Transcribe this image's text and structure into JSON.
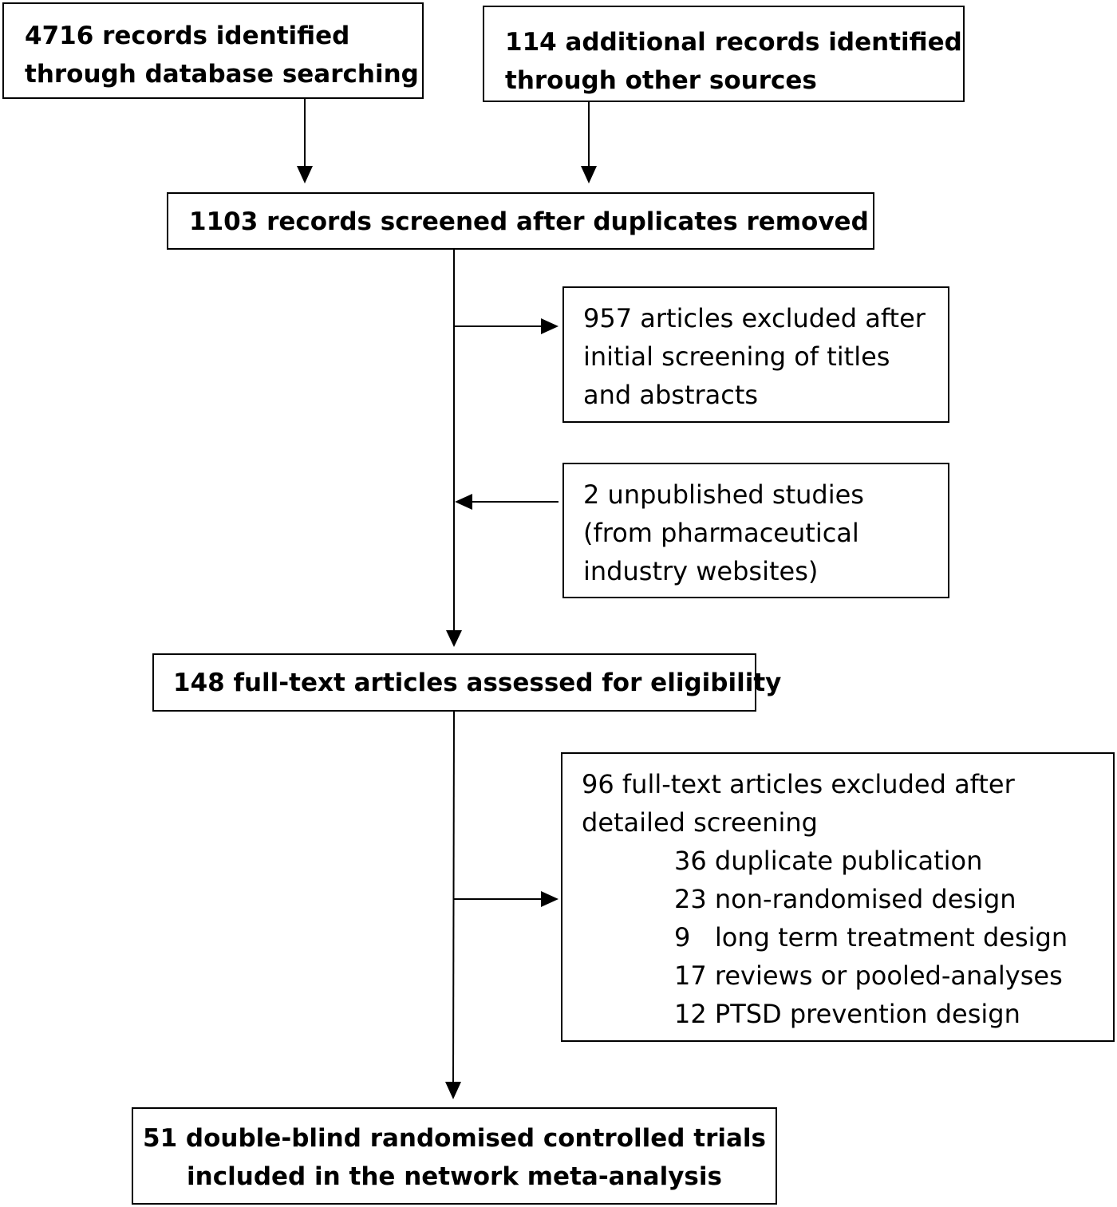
{
  "colors": {
    "line": "#000000",
    "box_border": "#000000",
    "background": "#ffffff",
    "text": "#000000"
  },
  "boxes": {
    "database": {
      "lines": [
        "4716 records identified",
        "through database searching"
      ]
    },
    "other_sources": {
      "lines": [
        "114 additional records identified",
        "through other sources"
      ]
    },
    "screened": {
      "lines": [
        "1103 records screened after duplicates removed"
      ]
    },
    "excluded_initial": {
      "lines": [
        "957 articles excluded after",
        "initial screening of titles",
        "and abstracts"
      ]
    },
    "unpublished": {
      "lines": [
        "2 unpublished studies",
        "(from pharmaceutical",
        "industry websites)"
      ]
    },
    "full_text": {
      "lines": [
        "148 full-text articles assessed for eligibility"
      ]
    },
    "excluded_detailed": {
      "lines": [
        "96 full-text articles excluded after",
        "detailed screening"
      ],
      "reasons": [
        "36 duplicate publication",
        "23 non-randomised design",
        "9   long term treatment design",
        "17 reviews or pooled-analyses",
        "12 PTSD prevention design"
      ]
    },
    "included": {
      "lines": [
        "51 double-blind randomised controlled trials",
        "included in the network meta-analysis"
      ]
    }
  }
}
